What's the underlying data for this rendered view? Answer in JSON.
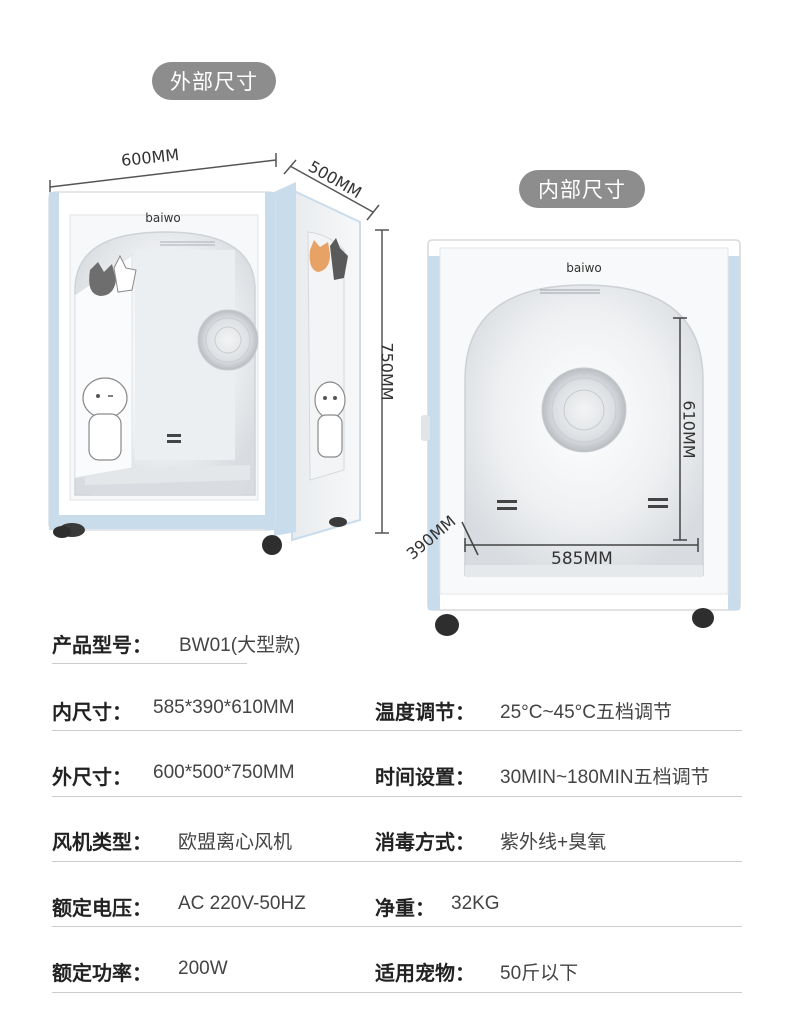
{
  "header": {
    "outer_pill": "外部尺寸",
    "inner_pill": "内部尺寸"
  },
  "dimensions": {
    "outer_width": "600MM",
    "outer_depth": "500MM",
    "outer_height": "750MM",
    "inner_height": "610MM",
    "inner_depth": "390MM",
    "inner_width": "585MM"
  },
  "brand": {
    "logo_text": "baiwo"
  },
  "colors": {
    "frame_blue": "#c9dcec",
    "pill_gray": "#8d8d8d",
    "rule_gray": "#cccccc"
  },
  "specs": {
    "model": {
      "label": "产品型号：",
      "value": "BW01(大型款)"
    },
    "rows": [
      {
        "left_label": "内尺寸：",
        "left_value": "585*390*610MM",
        "right_label": "温度调节：",
        "right_value": "25°C~45°C五档调节"
      },
      {
        "left_label": "外尺寸：",
        "left_value": "600*500*750MM",
        "right_label": "时间设置：",
        "right_value": "30MIN~180MIN五档调节"
      },
      {
        "left_label": "风机类型：",
        "left_value": "欧盟离心风机",
        "right_label": "消毒方式：",
        "right_value": "紫外线+臭氧"
      },
      {
        "left_label": "额定电压：",
        "left_value": "AC 220V-50HZ",
        "right_label": "净重：",
        "right_value": "32KG"
      },
      {
        "left_label": "额定功率：",
        "left_value": "200W",
        "right_label": "适用宠物：",
        "right_value": "50斤以下"
      }
    ]
  }
}
